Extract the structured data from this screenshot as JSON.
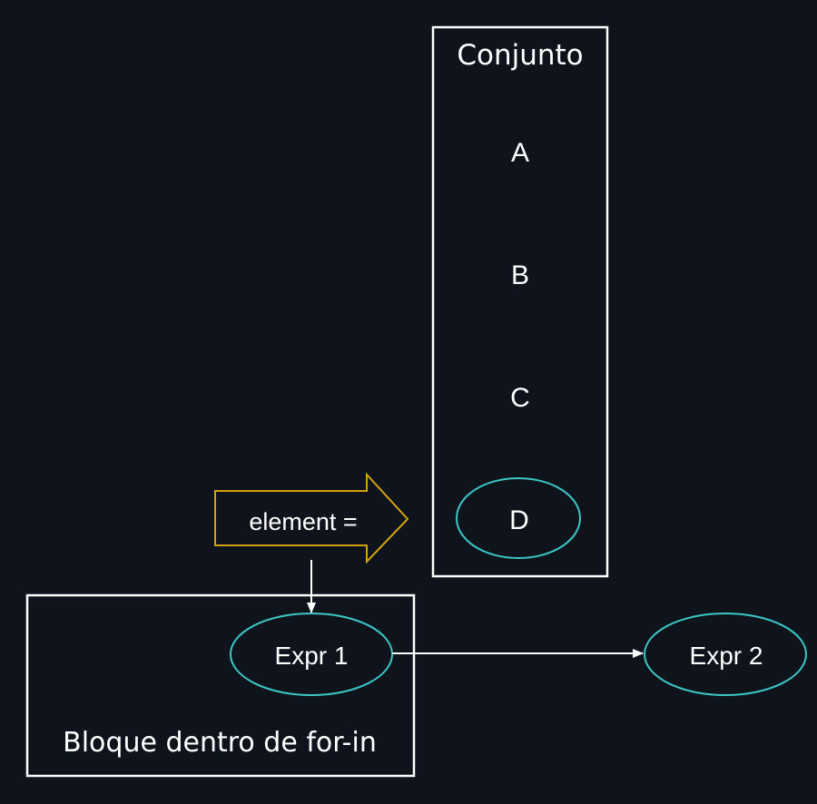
{
  "diagram": {
    "cluster_set_label": "Conjunto",
    "cluster_block_label": "Bloque dentro de for-in",
    "items": [
      "A",
      "B",
      "C",
      "D"
    ],
    "arrow_label": "element =",
    "expr1": "Expr 1",
    "expr2": "Expr 2"
  },
  "colors": {
    "background": "#0f141c",
    "stroke": "#ffffff",
    "ellipse": "#3cc6c6",
    "arrow_shape": "#d4a20c"
  }
}
